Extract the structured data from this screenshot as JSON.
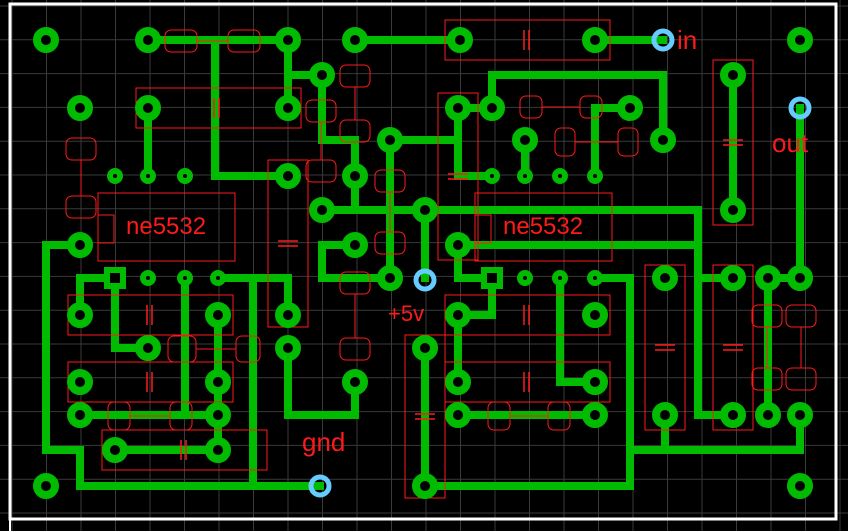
{
  "labels": {
    "in": "in",
    "out": "out",
    "gnd": "gnd",
    "plus5v": "+5v",
    "ic_left": "ne5532",
    "ic_right": "ne5532"
  },
  "colors": {
    "background": "#000000",
    "grid": "#3a3a3a",
    "trace": "#00bb00",
    "pad_ring": "#00bb00",
    "pad_hole": "#000000",
    "connector_ring": "#66ccff",
    "silkscreen": "#ff1a1a",
    "board_outline": "#ffffff"
  },
  "icons": [
    "pad-icon",
    "connector-icon",
    "resistor-icon",
    "capacitor-icon",
    "ic-package-icon"
  ]
}
